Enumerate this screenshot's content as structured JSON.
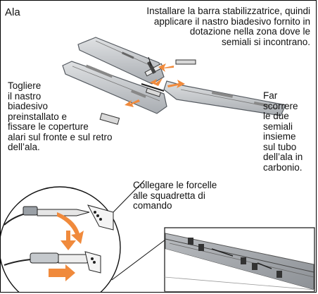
{
  "title": "Ala",
  "instructions": {
    "top": "Installare la barra stabilizzatrice, quindi\napplicare il nastro biadesivo fornito in\ndotazione nella zona dove le\nsemiali si incontrano.",
    "left": "Togliere\nil nastro\nbiadesivo\npreinstallato e\nfissare le coperture\nalari sul fronte e sul retro\ndell’ala.",
    "right": "Far\nscorrere\nle due\nsemiali\ninsieme\nsul tubo\ndell’ala in\ncarbonio.",
    "fork": "Collegare le forcelle\nalle squadretta di\ncomando"
  },
  "colors": {
    "accent_orange": "#f08a3c",
    "wing_fill": "#c8cbcf",
    "wing_edge": "#555a60",
    "line": "#111111"
  },
  "icons": [
    "arrow-orange",
    "linkage-fork",
    "wing-half-left",
    "wing-half-right",
    "stabilizer-bar",
    "tape-strip",
    "zoom-circle",
    "detail-panel"
  ]
}
